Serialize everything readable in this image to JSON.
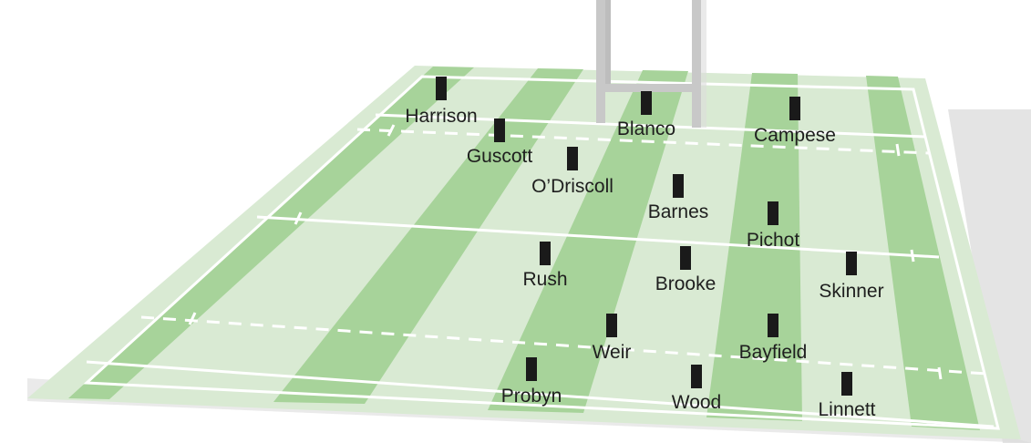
{
  "colors": {
    "pitch_light": "#d9ead3",
    "pitch_dark": "#a7d39a",
    "line": "#ffffff",
    "post": "#c8c8c8",
    "marker": "#1a1a1a",
    "shadow": "#d0d0d0"
  },
  "players": [
    {
      "id": "harrison",
      "name": "Harrison"
    },
    {
      "id": "guscott",
      "name": "Guscott"
    },
    {
      "id": "odriscoll",
      "name": "O’Driscoll"
    },
    {
      "id": "blanco",
      "name": "Blanco"
    },
    {
      "id": "campese",
      "name": "Campese"
    },
    {
      "id": "barnes",
      "name": "Barnes"
    },
    {
      "id": "pichot",
      "name": "Pichot"
    },
    {
      "id": "rush",
      "name": "Rush"
    },
    {
      "id": "brooke",
      "name": "Brooke"
    },
    {
      "id": "skinner",
      "name": "Skinner"
    },
    {
      "id": "weir",
      "name": "Weir"
    },
    {
      "id": "bayfield",
      "name": "Bayfield"
    },
    {
      "id": "probyn",
      "name": "Probyn"
    },
    {
      "id": "wood",
      "name": "Wood"
    },
    {
      "id": "linnett",
      "name": "Linnett"
    }
  ]
}
